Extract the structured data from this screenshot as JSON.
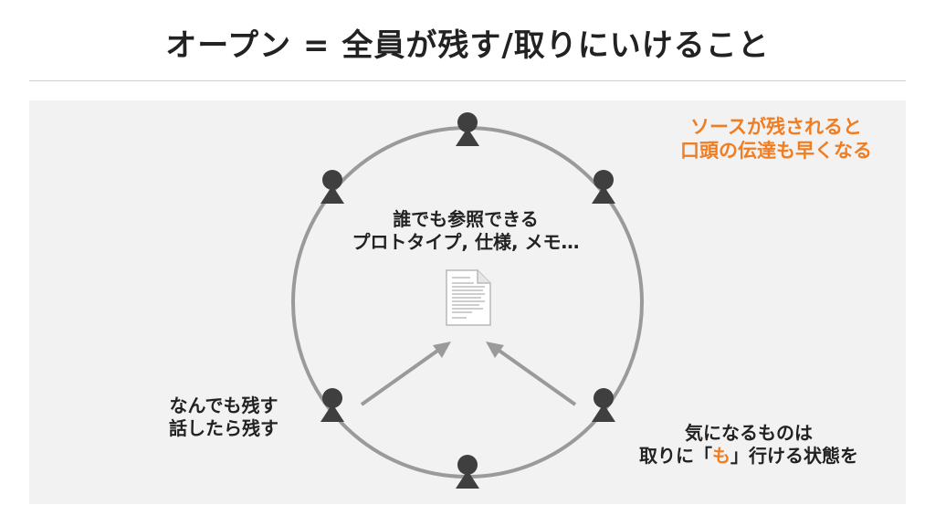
{
  "title": "オープン = 全員が残す/取りにいけること",
  "center": {
    "line1": "誰でも参照できる",
    "line2": "プロトタイプ, 仕様, メモ…"
  },
  "left": {
    "line1": "なんでも残す",
    "line2": "話したら残す"
  },
  "right": {
    "line1": "気になるものは",
    "line2_pre": "取りに「",
    "line2_em": "も",
    "line2_post": "」行ける状態を"
  },
  "note": {
    "line1": "ソースが残されると",
    "line2": "口頭の伝達も早くなる"
  },
  "colors": {
    "accent": "#f07d21",
    "person": "#3f3f3f",
    "circle": "#9a9a9a",
    "arrow": "#9a9a9a",
    "panel": "#f2f2f2"
  },
  "icons": [
    "person-icon",
    "document-icon",
    "arrow"
  ]
}
